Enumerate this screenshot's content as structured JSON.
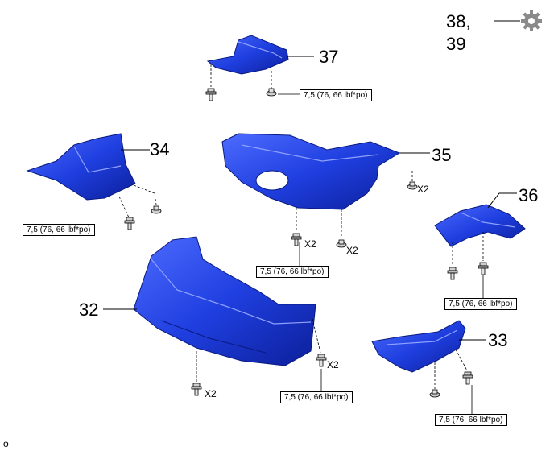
{
  "colors": {
    "part_fill": "#1f3fe0",
    "part_dark": "#0c1f9a",
    "part_light": "#5b78ff",
    "gear": "#8a8a8a"
  },
  "callouts": [
    {
      "id": "c37",
      "label": "37"
    },
    {
      "id": "c34",
      "label": "34"
    },
    {
      "id": "c35",
      "label": "35"
    },
    {
      "id": "c36",
      "label": "36"
    },
    {
      "id": "c32",
      "label": "32"
    },
    {
      "id": "c33",
      "label": "33"
    }
  ],
  "callout_38": "38,",
  "callout_39": "39",
  "gear_icon": "gear-icon",
  "torque_label": "7,5 (76, 66 lbf*po)",
  "qty_label": "X2",
  "footer_text": "o"
}
